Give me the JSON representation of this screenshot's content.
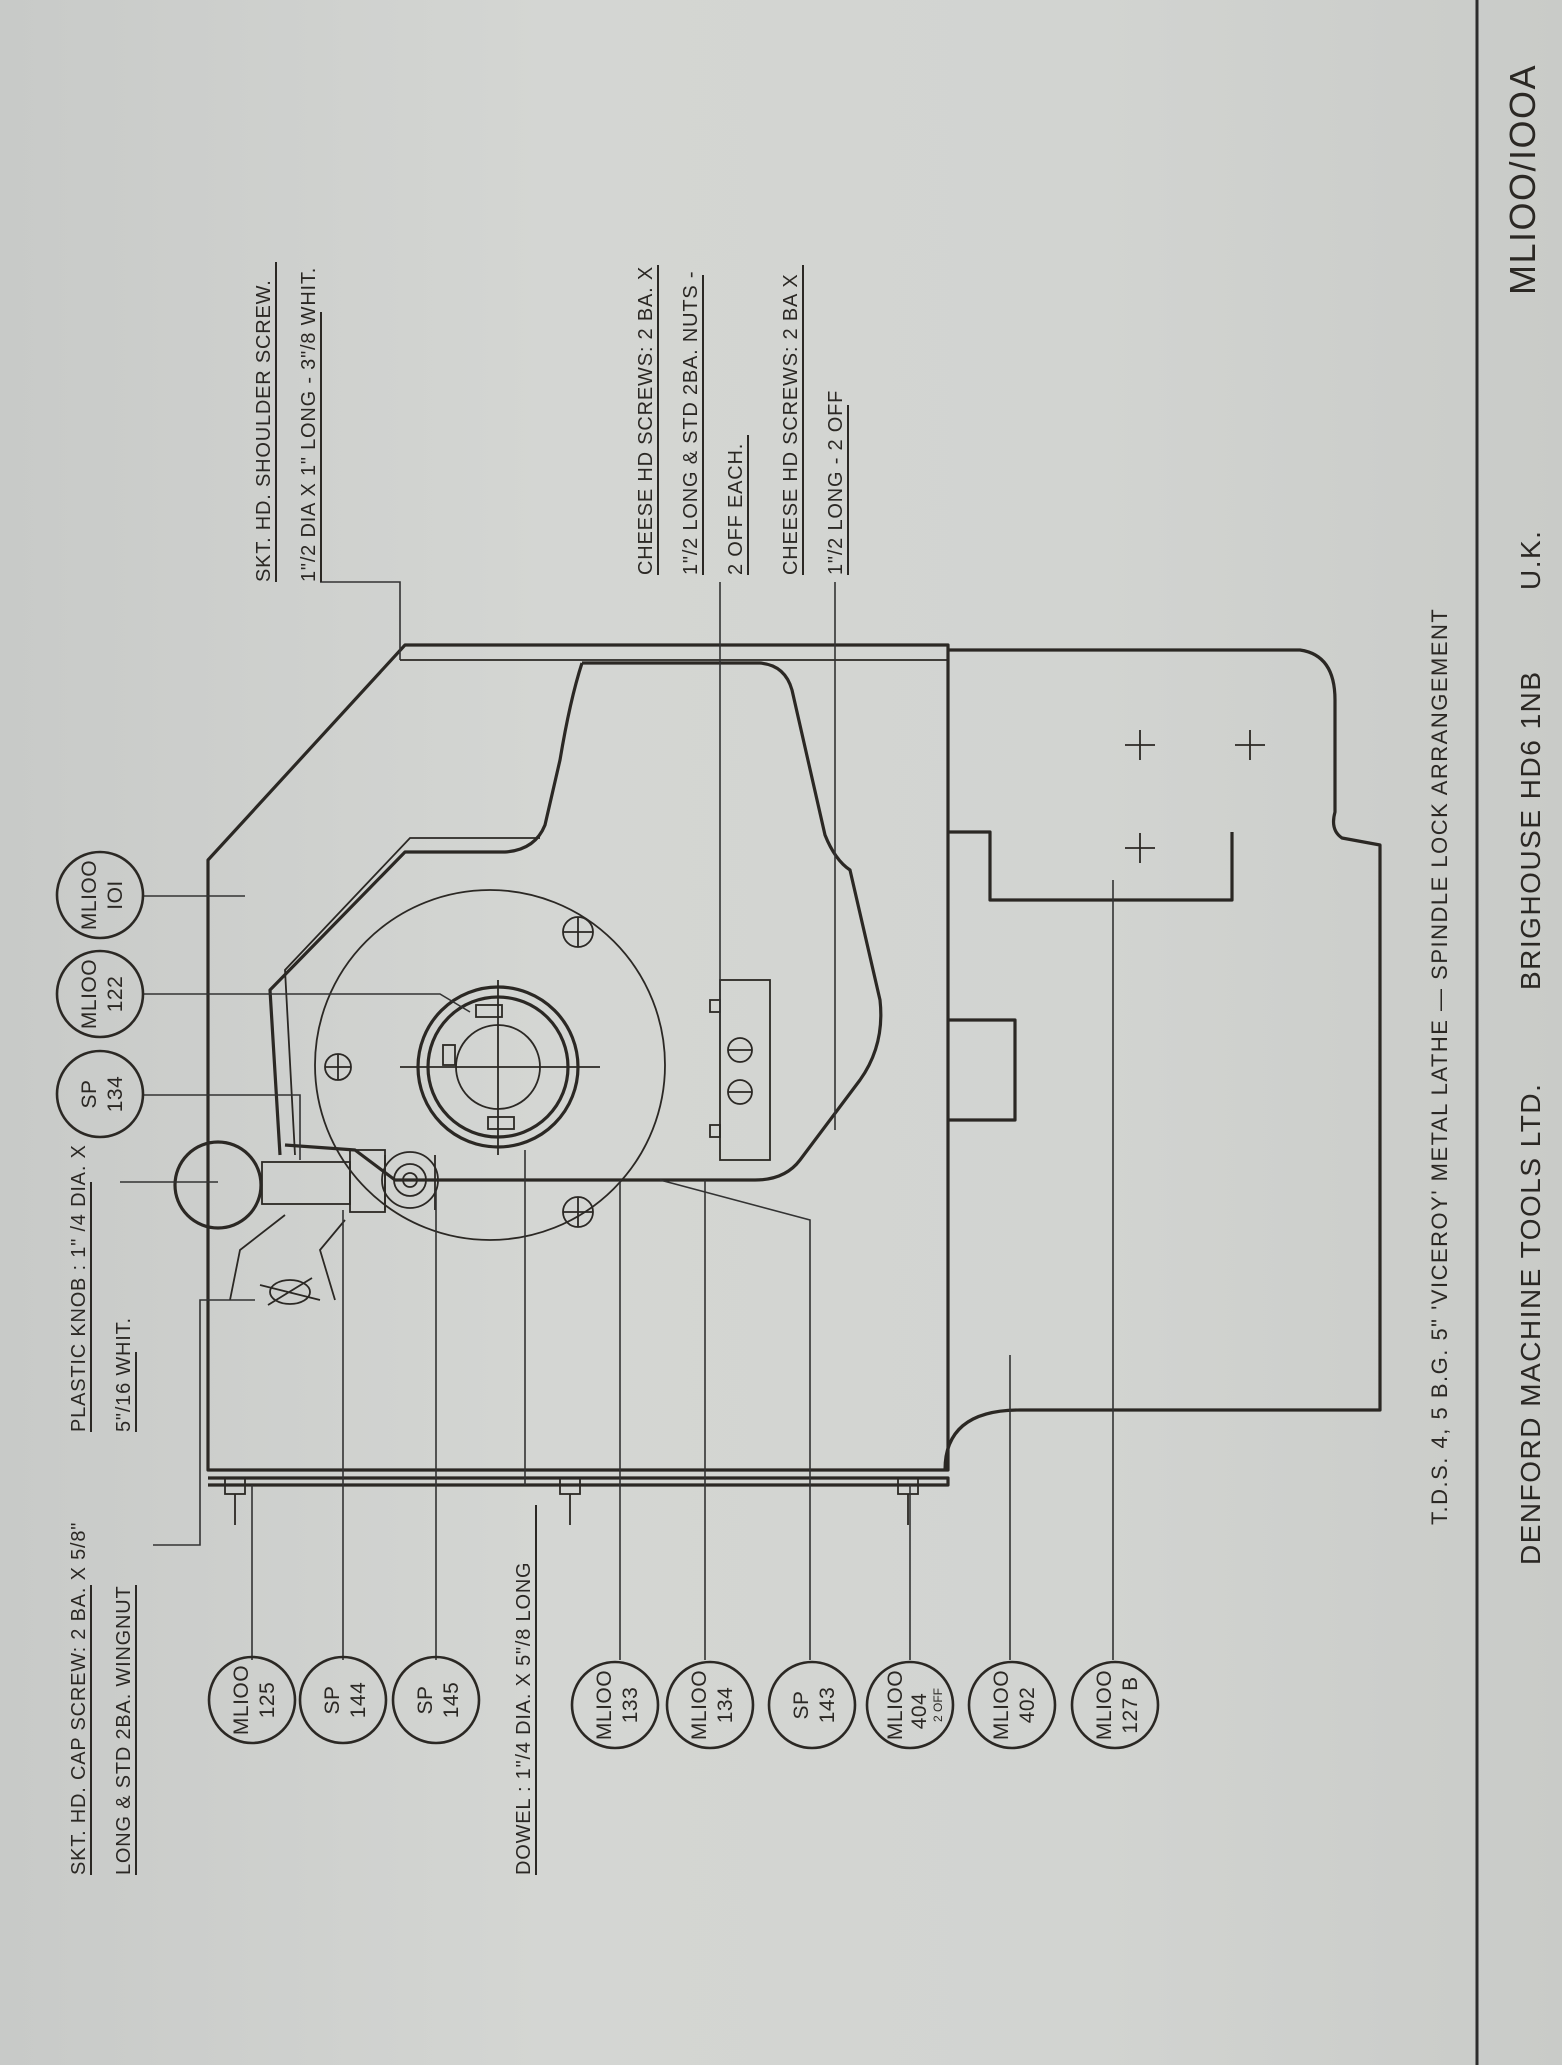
{
  "notes": {
    "cap_screw": {
      "line1": "SKT. HD. CAP SCREW: 2 BA. X 5/8\"",
      "line2": "LONG & STD 2BA. WINGNUT"
    },
    "plastic_knob": {
      "line1": "PLASTIC KNOB : 1\" /4 DIA. X",
      "line2": "5\"/16 WHIT."
    },
    "dowel": {
      "line1": "DOWEL : 1\"/4 DIA. X 5\"/8 LONG"
    },
    "shoulder_screw": {
      "line1": "SKT. HD. SHOULDER SCREW.",
      "line2": "1\"/2 DIA X 1\" LONG - 3\"/8 WHIT."
    },
    "cheese_screws_a": {
      "line1": "CHEESE HD SCREWS: 2 BA. X",
      "line2": "1\"/2 LONG & STD 2BA. NUTS -",
      "line3": "2 OFF EACH."
    },
    "cheese_screws_b": {
      "line1": "CHEESE HD SCREWS: 2 BA X",
      "line2": "1\"/2 LONG - 2 OFF"
    }
  },
  "balloons": {
    "ml100_101": {
      "a": "MLIOO",
      "b": "IOI"
    },
    "ml100_122": {
      "a": "MLIOO",
      "b": "122"
    },
    "sp_134": {
      "a": "SP",
      "b": "134"
    },
    "ml100_125": {
      "a": "MLIOO",
      "b": "125"
    },
    "sp_144": {
      "a": "SP",
      "b": "144"
    },
    "sp_145": {
      "a": "SP",
      "b": "145"
    },
    "ml100_133": {
      "a": "MLIOO",
      "b": "133"
    },
    "ml100_134": {
      "a": "MLIOO",
      "b": "134"
    },
    "sp_143": {
      "a": "SP",
      "b": "143"
    },
    "ml100_404": {
      "a": "MLIOO",
      "b": "404",
      "c": "2 OFF"
    },
    "ml100_402": {
      "a": "MLIOO",
      "b": "402"
    },
    "ml100_127b": {
      "a": "MLIOO",
      "b": "127 B"
    }
  },
  "title_block": {
    "subtitle": "T.D.S. 4, 5 B.G. 5\" 'VICEROY' METAL LATHE — SPINDLE LOCK ARRANGEMENT",
    "company": "DENFORD MACHINE TOOLS LTD.",
    "address": "BRIGHOUSE HD6 1NB",
    "country": "U.K.",
    "drawing_number": "MLIOO/IOOA"
  }
}
